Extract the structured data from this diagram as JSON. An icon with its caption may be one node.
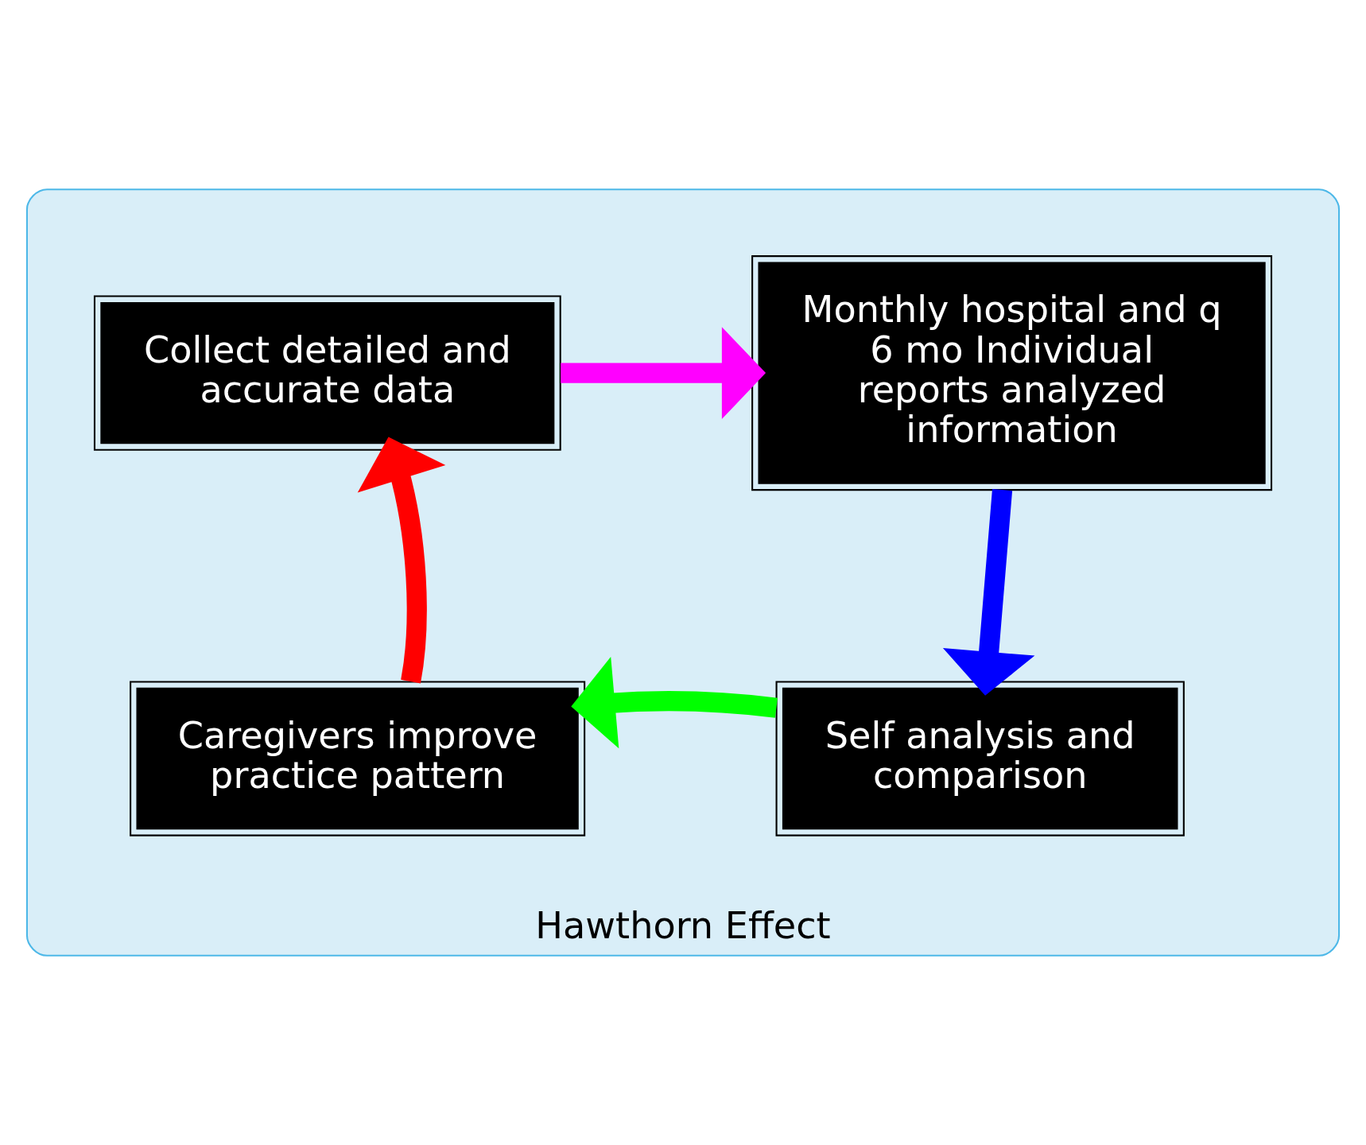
{
  "diagram": {
    "nodes": [
      {
        "text": [
          "Hawthorn Effect"
        ]
      },
      {
        "text": [
          "Collect detailed and accurate data"
        ],
        "in": 0
      },
      {
        "text": [
          "Monthly hospital and q 6 mo Individual reports analyzed information"
        ],
        "in": 0
      },
      {
        "text": [
          "Self analysis and comparison"
        ],
        "in": 0
      },
      {
        "text": [
          "Caregivers improve practice pattern"
        ],
        "in": 0
      }
    ],
    "edges": [
      {
        "from": 1,
        "to": 2,
        "arrow": "to",
        "color": "#ff00ff"
      },
      {
        "from": 2,
        "to": 3,
        "arrow": "to",
        "color": "#0000ff"
      },
      {
        "from": 3,
        "to": 4,
        "arrow": "to",
        "color": "#00ff00"
      },
      {
        "from": 4,
        "to": 1,
        "arrow": "to",
        "color": "#ff0000"
      }
    ]
  }
}
